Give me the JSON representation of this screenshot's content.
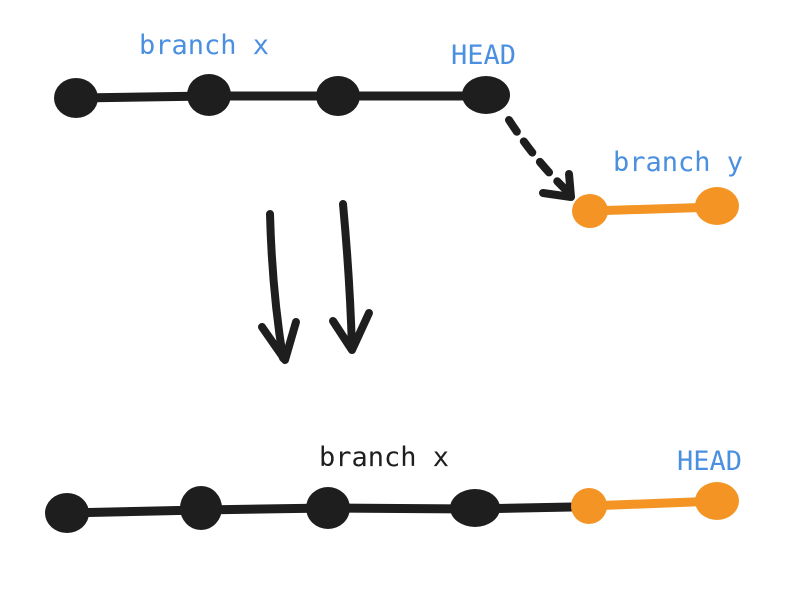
{
  "diagram": {
    "top": {
      "branch_x_label": "branch x",
      "head_label": "HEAD",
      "branch_y_label": "branch y"
    },
    "bottom": {
      "branch_x_label": "branch x",
      "head_label": "HEAD"
    },
    "colors": {
      "commit_dark": "#1e1e1e",
      "commit_orange": "#f39425",
      "label_blue": "#4a8fe0",
      "label_dark": "#1e1e1e",
      "background": "#ffffff"
    }
  }
}
